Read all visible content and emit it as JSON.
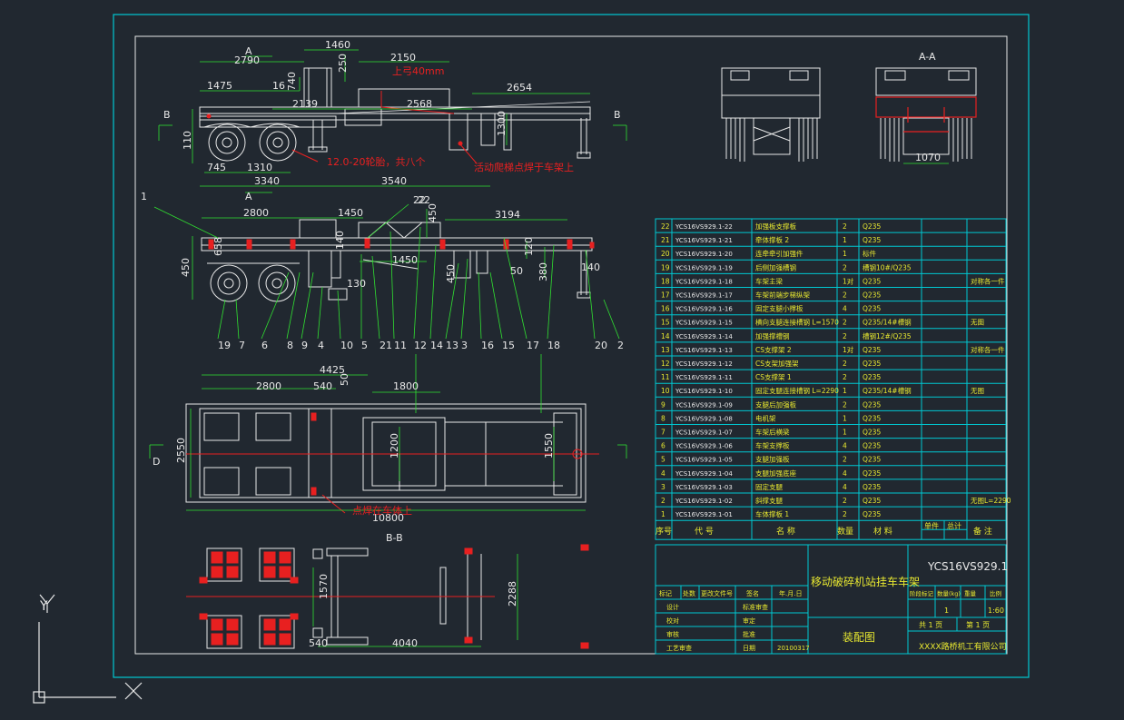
{
  "sheet": {
    "title_cn": "移动破碎机站挂车车架",
    "drawing_no": "YCS16VS929.1",
    "drawing_type": "装配图",
    "company": "XXXX路桥机工有限公司",
    "scale_value": "1:60",
    "qty_value": "1",
    "pages_total": "共 1 页",
    "page_current": "第 1 页",
    "date_value": "20100317",
    "colors": {
      "frame": "#00c8d2",
      "line": "#e8e8e8",
      "dim": "#30e030",
      "red": "#e82020",
      "text_yellow": "#e8e830"
    }
  },
  "dimensions": {
    "top": [
      "2790",
      "1460",
      "2150",
      "250",
      "1475",
      "16",
      "740",
      "2139",
      "2568",
      "2654",
      "110",
      "745",
      "1310",
      "3340",
      "3540",
      "1300"
    ],
    "mid": [
      "2800",
      "1450",
      "450",
      "3194",
      "22",
      "658",
      "450",
      "140",
      "1450",
      "120",
      "380",
      "140",
      "130",
      "450",
      "50"
    ],
    "plan": [
      "4425",
      "2800",
      "540",
      "50",
      "1800",
      "2550",
      "1200",
      "1550",
      "10800"
    ],
    "bottom": [
      "1570",
      "2288",
      "540",
      "4040"
    ],
    "right": [
      "1070"
    ]
  },
  "annotations": {
    "gap": "上弓40mm",
    "wheels": "12.0-20轮胎，共八个",
    "ladder": "活动爬梯点焊于车架上",
    "weld": "点焊在车体上"
  },
  "section_labels": {
    "A": "A",
    "B": "B",
    "D": "D",
    "AA": "A-A",
    "BB": "B-B",
    "axis_y": "Y"
  },
  "balloons": [
    "1",
    "19",
    "7",
    "6",
    "8",
    "9",
    "4",
    "10",
    "5",
    "21",
    "11",
    "12",
    "14",
    "13",
    "3",
    "16",
    "15",
    "17",
    "18",
    "20",
    "2",
    "22"
  ],
  "bom": {
    "headers": [
      "序号",
      "代  号",
      "名  称",
      "数量",
      "材  料",
      "单件",
      "总计",
      "备  注"
    ],
    "rows": [
      [
        "22",
        "YCS16VS929.1-22",
        "加强板支撑板",
        "2",
        "Q235",
        ""
      ],
      [
        "21",
        "YCS16VS929.1-21",
        "牵体撑板 2",
        "1",
        "Q235",
        ""
      ],
      [
        "20",
        "YCS16VS929.1-20",
        "连牵牵引加强件",
        "1",
        "标件",
        ""
      ],
      [
        "19",
        "YCS16VS929.1-19",
        "后侧加强槽钢",
        "2",
        "槽钢10#/Q235",
        ""
      ],
      [
        "18",
        "YCS16VS929.1-18",
        "车架主梁",
        "1对",
        "Q235",
        "对称各一件"
      ],
      [
        "17",
        "YCS16VS929.1-17",
        "车架前端步梯纵架",
        "2",
        "Q235",
        ""
      ],
      [
        "16",
        "YCS16VS929.1-16",
        "固定支腿小撑板",
        "4",
        "Q235",
        ""
      ],
      [
        "15",
        "YCS16VS929.1-15",
        "横向支腿连接槽钢 L=1570",
        "2",
        "Q235/14#槽钢",
        "无图"
      ],
      [
        "14",
        "YCS16VS929.1-14",
        "加强撑槽钢",
        "2",
        "槽钢12#/Q235",
        ""
      ],
      [
        "13",
        "YCS16VS929.1-13",
        "CS支撑架 2",
        "1对",
        "Q235",
        "对称各一件"
      ],
      [
        "12",
        "YCS16VS929.1-12",
        "CS支架加强架",
        "2",
        "Q235",
        ""
      ],
      [
        "11",
        "YCS16VS929.1-11",
        "CS支撑架 1",
        "2",
        "Q235",
        ""
      ],
      [
        "10",
        "YCS16VS929.1-10",
        "固定支腿连接槽钢 L=2290",
        "1",
        "Q235/14#槽钢",
        "无图"
      ],
      [
        "9",
        "YCS16VS929.1-09",
        "支腿后加强板",
        "2",
        "Q235",
        ""
      ],
      [
        "8",
        "YCS16VS929.1-08",
        "电机架",
        "1",
        "Q235",
        ""
      ],
      [
        "7",
        "YCS16VS929.1-07",
        "车架后横梁",
        "1",
        "Q235",
        ""
      ],
      [
        "6",
        "YCS16VS929.1-06",
        "车架支撑板",
        "4",
        "Q235",
        ""
      ],
      [
        "5",
        "YCS16VS929.1-05",
        "支腿加强板",
        "2",
        "Q235",
        ""
      ],
      [
        "4",
        "YCS16VS929.1-04",
        "支腿加强底座",
        "4",
        "Q235",
        ""
      ],
      [
        "3",
        "YCS16VS929.1-03",
        "固定支腿",
        "4",
        "Q235",
        ""
      ],
      [
        "2",
        "YCS16VS929.1-02",
        "斜撑支腿",
        "2",
        "Q235",
        "无图L=2290"
      ],
      [
        "1",
        "YCS16VS929.1-01",
        "车体撑板 1",
        "2",
        "Q235",
        ""
      ]
    ]
  },
  "title_block": {
    "rev_headers": [
      "标记",
      "处数",
      "更改文件号",
      "签名",
      "年.月.日"
    ],
    "roles": [
      "设计",
      "校对",
      "审核",
      "工艺审查"
    ],
    "approvals": [
      "标准审查",
      "审定",
      "批准",
      "日期"
    ],
    "stage_headers": [
      "阶段标记",
      "数量(kg)",
      "重量",
      "比例"
    ]
  }
}
